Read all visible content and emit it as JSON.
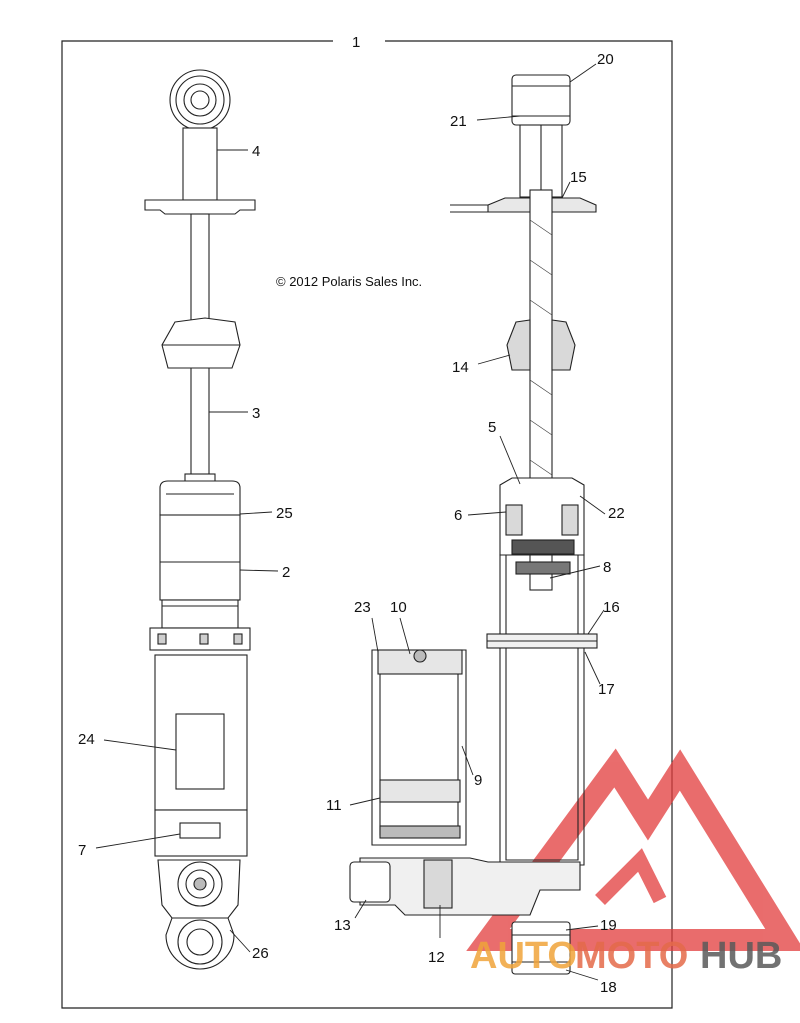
{
  "diagram": {
    "copyright": "© 2012 Polaris Sales Inc.",
    "assembly_callout": "1",
    "left_view_callouts": {
      "c4": "4",
      "c3": "3",
      "c25": "25",
      "c2": "2",
      "c24": "24",
      "c7": "7",
      "c26": "26"
    },
    "right_view_callouts": {
      "c20": "20",
      "c21": "21",
      "c15": "15",
      "c14": "14",
      "c5": "5",
      "c6": "6",
      "c22": "22",
      "c8": "8",
      "c16": "16",
      "c17": "17",
      "c23": "23",
      "c10": "10",
      "c9": "9",
      "c11": "11",
      "c13": "13",
      "c12": "12",
      "c19": "19",
      "c18": "18"
    }
  },
  "watermark": {
    "part1": "AUTO",
    "part2": "MOTO",
    "part3": "HUB",
    "colors": {
      "auto": "#f0a43a",
      "moto": "#e46a4a",
      "hub": "#5a5a5a",
      "logo": "#e23c3c"
    }
  }
}
